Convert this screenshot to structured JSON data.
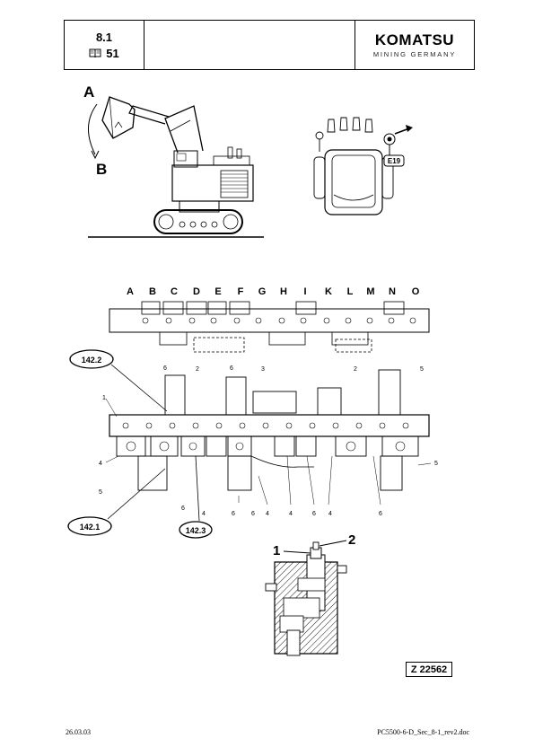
{
  "header": {
    "section": "8.1",
    "page": "51",
    "book_icon": "book-icon",
    "brand": "KOMATSU",
    "brand_sub": "MINING GERMANY"
  },
  "excavator": {
    "label_a": "A",
    "label_b": "B"
  },
  "joystick": {
    "label": "E19"
  },
  "valve_block": {
    "letters": [
      "A",
      "B",
      "C",
      "D",
      "E",
      "F",
      "G",
      "H",
      "I",
      "K",
      "L",
      "M",
      "N",
      "O"
    ],
    "callouts_top": [
      "2",
      "2"
    ],
    "callouts_mid": [
      "6",
      "6",
      "3",
      "5",
      "1"
    ],
    "callouts_bottom": [
      "4",
      "5",
      "6",
      "4",
      "6",
      "6",
      "4",
      "4",
      "6",
      "4",
      "6",
      "5"
    ],
    "circled": [
      "142.2",
      "142.1",
      "142.3"
    ]
  },
  "detail": {
    "label_1": "1",
    "label_2": "2"
  },
  "zref": "Z 22562",
  "footer": {
    "date": "26.03.03",
    "doc": "PC5500-6-D_Sec_8-1_rev2.doc"
  }
}
